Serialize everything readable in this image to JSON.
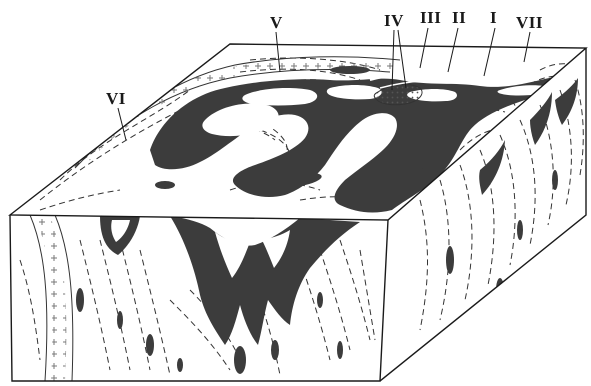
{
  "diagram": {
    "labels": {
      "v": "V",
      "iv": "IV",
      "iii": "III",
      "ii": "II",
      "i": "I",
      "vii": "VII",
      "vi": "VI"
    },
    "colors": {
      "ink": "#3c3c3c",
      "line": "#1a1a1a",
      "paper": "#ffffff",
      "stipple": "#9a9a9a"
    }
  }
}
